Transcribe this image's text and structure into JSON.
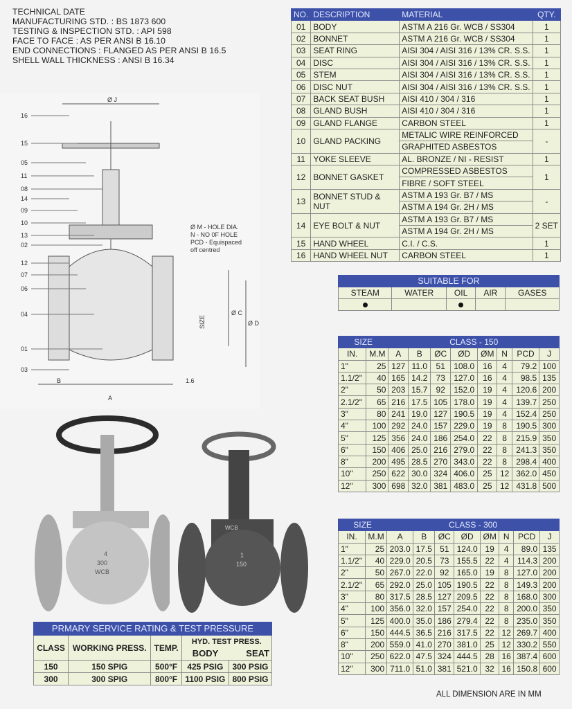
{
  "technical": {
    "lines": [
      "TECHNICAL DATE",
      "MANUFACTURING STD. : BS 1873 600",
      "TESTING & INSPECTION STD. : API 598",
      "FACE TO FACE : AS PER ANSI B 16.10",
      "END CONNECTIONS : FLANGED AS PER ANSI B 16.5",
      "SHELL WALL THICKNESS : ANSI B 16.34"
    ]
  },
  "drawing": {
    "part_callouts": [
      "16",
      "15",
      "05",
      "11",
      "08",
      "14",
      "09",
      "10",
      "13",
      "02",
      "12",
      "07",
      "06",
      "04",
      "01",
      "03"
    ],
    "dim_J": "Ø J",
    "note_lines": [
      "Ø M - HOLE DIA.",
      "N - NO 0F HOLE",
      "PCD - Equispaced",
      "off centred"
    ],
    "dim_size": "SIZE",
    "dim_C": "Ø C",
    "dim_D": "Ø D",
    "dim_B": "B",
    "dim_A": "A",
    "dim_gap": "1.6"
  },
  "photos": {
    "valve1_marks": [
      "4",
      "300",
      "WCB"
    ],
    "valve2_marks": [
      "1",
      "150",
      "WCB"
    ]
  },
  "parts": {
    "headers": [
      "NO.",
      "DESCRIPTION",
      "MATERIAL",
      "QTY."
    ],
    "rows": [
      {
        "no": "01",
        "desc": "BODY",
        "material": [
          "ASTM A 216 Gr. WCB / SS304"
        ],
        "qty": "1"
      },
      {
        "no": "02",
        "desc": "BONNET",
        "material": [
          "ASTM A 216 Gr. WCB / SS304"
        ],
        "qty": "1"
      },
      {
        "no": "03",
        "desc": "SEAT RING",
        "material": [
          "AISI 304 / AISI 316 / 13% CR. S.S."
        ],
        "qty": "1"
      },
      {
        "no": "04",
        "desc": "DISC",
        "material": [
          "AISI 304 / AISI 316 / 13% CR. S.S."
        ],
        "qty": "1"
      },
      {
        "no": "05",
        "desc": "STEM",
        "material": [
          "AISI 304 / AISI 316 / 13% CR. S.S."
        ],
        "qty": "1"
      },
      {
        "no": "06",
        "desc": "DISC NUT",
        "material": [
          "AISI 304 / AISI 316 / 13% CR. S.S."
        ],
        "qty": "1"
      },
      {
        "no": "07",
        "desc": "BACK SEAT BUSH",
        "material": [
          "AISI 410 / 304 / 316"
        ],
        "qty": "1"
      },
      {
        "no": "08",
        "desc": "GLAND BUSH",
        "material": [
          "AISI 410 / 304 / 316"
        ],
        "qty": "1"
      },
      {
        "no": "09",
        "desc": "GLAND FLANGE",
        "material": [
          "CARBON STEEL"
        ],
        "qty": "1"
      },
      {
        "no": "10",
        "desc": "GLAND PACKING",
        "material": [
          "METALIC WIRE REINFORCED",
          "GRAPHITED ASBESTOS"
        ],
        "qty": "-"
      },
      {
        "no": "11",
        "desc": "YOKE SLEEVE",
        "material": [
          "AL. BRONZE / NI - RESIST"
        ],
        "qty": "1"
      },
      {
        "no": "12",
        "desc": "BONNET GASKET",
        "material": [
          "COMPRESSED ASBESTOS",
          "FIBRE / SOFT STEEL"
        ],
        "qty": "1"
      },
      {
        "no": "13",
        "desc": "BONNET STUD & NUT",
        "material": [
          "ASTM A 193 Gr. B7 / MS",
          "ASTM A 194 Gr. 2H / MS"
        ],
        "qty": "-"
      },
      {
        "no": "14",
        "desc": "EYE BOLT & NUT",
        "material": [
          "ASTM A 193 Gr. B7 / MS",
          "ASTM A 194 Gr. 2H / MS"
        ],
        "qty": "2 SET"
      },
      {
        "no": "15",
        "desc": "HAND WHEEL",
        "material": [
          "C.I. / C.S."
        ],
        "qty": "1"
      },
      {
        "no": "16",
        "desc": "HAND WHEEL NUT",
        "material": [
          "CARBON STEEL"
        ],
        "qty": "1"
      }
    ]
  },
  "suitable": {
    "title": "SUITABLE FOR",
    "media": [
      "STEAM",
      "WATER",
      "OIL",
      "AIR",
      "GASES"
    ],
    "suitable": [
      true,
      false,
      true,
      false,
      false
    ]
  },
  "class150": {
    "size_label": "SIZE",
    "class_label": "CLASS - 150",
    "headers": [
      "IN.",
      "M.M",
      "A",
      "B",
      "ØC",
      "ØD",
      "ØM",
      "N",
      "PCD",
      "J"
    ],
    "rows": [
      [
        "1\"",
        "25",
        "127",
        "11.0",
        "51",
        "108.0",
        "16",
        "4",
        "79.2",
        "100"
      ],
      [
        "1.1/2\"",
        "40",
        "165",
        "14.2",
        "73",
        "127.0",
        "16",
        "4",
        "98.5",
        "135"
      ],
      [
        "2\"",
        "50",
        "203",
        "15.7",
        "92",
        "152.0",
        "19",
        "4",
        "120.6",
        "200"
      ],
      [
        "2.1/2\"",
        "65",
        "216",
        "17.5",
        "105",
        "178.0",
        "19",
        "4",
        "139.7",
        "250"
      ],
      [
        "3\"",
        "80",
        "241",
        "19.0",
        "127",
        "190.5",
        "19",
        "4",
        "152.4",
        "250"
      ],
      [
        "4\"",
        "100",
        "292",
        "24.0",
        "157",
        "229.0",
        "19",
        "8",
        "190.5",
        "300"
      ],
      [
        "5\"",
        "125",
        "356",
        "24.0",
        "186",
        "254.0",
        "22",
        "8",
        "215.9",
        "350"
      ],
      [
        "6\"",
        "150",
        "406",
        "25.0",
        "216",
        "279.0",
        "22",
        "8",
        "241.3",
        "350"
      ],
      [
        "8\"",
        "200",
        "495",
        "28.5",
        "270",
        "343.0",
        "22",
        "8",
        "298.4",
        "400"
      ],
      [
        "10\"",
        "250",
        "622",
        "30.0",
        "324",
        "406.0",
        "25",
        "12",
        "362.0",
        "450"
      ],
      [
        "12\"",
        "300",
        "698",
        "32.0",
        "381",
        "483.0",
        "25",
        "12",
        "431.8",
        "500"
      ]
    ]
  },
  "class300": {
    "size_label": "SIZE",
    "class_label": "CLASS - 300",
    "headers": [
      "IN.",
      "M.M",
      "A",
      "B",
      "ØC",
      "ØD",
      "ØM",
      "N",
      "PCD",
      "J"
    ],
    "rows": [
      [
        "1\"",
        "25",
        "203.0",
        "17.5",
        "51",
        "124.0",
        "19",
        "4",
        "89.0",
        "135"
      ],
      [
        "1.1/2\"",
        "40",
        "229.0",
        "20.5",
        "73",
        "155.5",
        "22",
        "4",
        "114.3",
        "200"
      ],
      [
        "2\"",
        "50",
        "267.0",
        "22.0",
        "92",
        "165.0",
        "19",
        "8",
        "127.0",
        "200"
      ],
      [
        "2.1/2\"",
        "65",
        "292.0",
        "25.0",
        "105",
        "190.5",
        "22",
        "8",
        "149.3",
        "200"
      ],
      [
        "3\"",
        "80",
        "317.5",
        "28.5",
        "127",
        "209.5",
        "22",
        "8",
        "168.0",
        "300"
      ],
      [
        "4\"",
        "100",
        "356.0",
        "32.0",
        "157",
        "254.0",
        "22",
        "8",
        "200.0",
        "350"
      ],
      [
        "5\"",
        "125",
        "400.0",
        "35.0",
        "186",
        "279.4",
        "22",
        "8",
        "235.0",
        "350"
      ],
      [
        "6\"",
        "150",
        "444.5",
        "36.5",
        "216",
        "317.5",
        "22",
        "12",
        "269.7",
        "400"
      ],
      [
        "8\"",
        "200",
        "559.0",
        "41.0",
        "270",
        "381.0",
        "25",
        "12",
        "330.2",
        "550"
      ],
      [
        "10\"",
        "250",
        "622.0",
        "47.5",
        "324",
        "444.5",
        "28",
        "16",
        "387.4",
        "600"
      ],
      [
        "12\"",
        "300",
        "711.0",
        "51.0",
        "381",
        "521.0",
        "32",
        "16",
        "150.8",
        "600"
      ]
    ]
  },
  "service": {
    "title": "PRMARY SERVICE RATING & TEST PRESSURE",
    "headers": {
      "class": "CLASS",
      "working": "WORKING PRESS.",
      "temp": "TEMP.",
      "hyd": "HYD. TEST PRESS.",
      "body": "BODY",
      "seat": "SEAT"
    },
    "rows": [
      [
        "150",
        "150 SPIG",
        "500°F",
        "425 PSIG",
        "300 PSIG"
      ],
      [
        "300",
        "300 SPIG",
        "800°F",
        "1100 PSIG",
        "800 PSIG"
      ]
    ]
  },
  "footer": "ALL DIMENSION ARE IN MM",
  "colors": {
    "header_bg": "#3d51a9",
    "header_text": "#e4e9ff",
    "cell_bg": "#eef2da"
  }
}
